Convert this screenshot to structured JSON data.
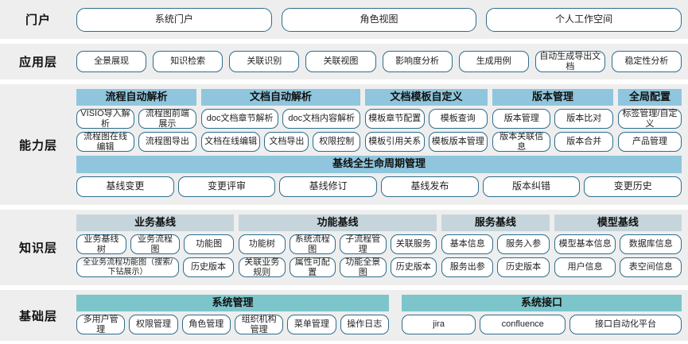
{
  "colors": {
    "band_bg": "#eeeeee",
    "pill_border": "#2d6d8b",
    "capability_header": "#8fc6dd",
    "knowledge_header": "#c6d5dc",
    "foundation_header": "#7cc5cb"
  },
  "layers": [
    {
      "id": "portal",
      "label": "门户",
      "items": [
        "系统门户",
        "角色视图",
        "个人工作空间"
      ]
    },
    {
      "id": "application",
      "label": "应用层",
      "items": [
        "全景展现",
        "知识检索",
        "关联识别",
        "关联视图",
        "影响度分析",
        "生成用例",
        "自动生成导出文档",
        "稳定性分析"
      ]
    },
    {
      "id": "capability",
      "label": "能力层",
      "groups": [
        {
          "title": "流程自动解析",
          "flex": 147,
          "rows": [
            [
              "VISIO导入解析",
              "流程图前端展示"
            ],
            [
              "流程图在线编辑",
              "流程图导出"
            ]
          ]
        },
        {
          "title": "文档自动解析",
          "flex": 195,
          "rows": [
            [
              "doc文档章节解析",
              "doc文档内容解析"
            ],
            [
              "文档在线编辑",
              "文档导出",
              "权限控制"
            ]
          ]
        },
        {
          "title": "文档模板自定义",
          "flex": 150,
          "rows": [
            [
              "模板章节配置",
              "模板查询"
            ],
            [
              "模板引用关系",
              "模板版本管理"
            ]
          ]
        },
        {
          "title": "版本管理",
          "flex": 148,
          "rows": [
            [
              "版本管理",
              "版本比对"
            ],
            [
              "版本关联信息",
              "版本合并"
            ]
          ]
        },
        {
          "title": "全局配置",
          "flex": 78,
          "rows": [
            [
              "标签管理/自定义"
            ],
            [
              "产品管理"
            ]
          ]
        }
      ],
      "wide_group": {
        "title": "基线全生命周期管理",
        "rows": [
          [
            "基线变更",
            "变更评审",
            "基线修订",
            "基线发布",
            "版本纠错",
            "变更历史"
          ]
        ]
      }
    },
    {
      "id": "knowledge",
      "label": "知识层",
      "groups": [
        {
          "title": "业务基线",
          "flex": 194,
          "rows": [
            [
              "业务基线树",
              "业务流程图",
              "功能图"
            ],
            [
              "全业务流程功能图（搜索/下钻展示）",
              "历史版本"
            ]
          ],
          "row_spans": [
            [
              1,
              1,
              1
            ],
            [
              2,
              1
            ]
          ]
        },
        {
          "title": "功能基线",
          "flex": 244,
          "rows": [
            [
              "功能树",
              "系统流程图",
              "子流程管理",
              "关联服务"
            ],
            [
              "关联业务规则",
              "属性可配置",
              "功能全景图",
              "历史版本"
            ]
          ]
        },
        {
          "title": "服务基线",
          "flex": 133,
          "rows": [
            [
              "基本信息",
              "服务入参"
            ],
            [
              "服务出参",
              "历史版本"
            ]
          ]
        },
        {
          "title": "模型基线",
          "flex": 157,
          "rows": [
            [
              "模型基本信息",
              "数据库信息"
            ],
            [
              "用户信息",
              "表空间信息"
            ]
          ]
        }
      ]
    },
    {
      "id": "foundation",
      "label": "基础层",
      "groups": [
        {
          "title": "系统管理",
          "flex": 385,
          "rows": [
            [
              "多用户管理",
              "权限管理",
              "角色管理",
              "组织机构管理",
              "菜单管理",
              "操作日志"
            ]
          ]
        },
        {
          "title": "系统接口",
          "flex": 345,
          "rows": [
            [
              "jira",
              "confluence",
              "接口自动化平台"
            ]
          ]
        }
      ]
    }
  ]
}
